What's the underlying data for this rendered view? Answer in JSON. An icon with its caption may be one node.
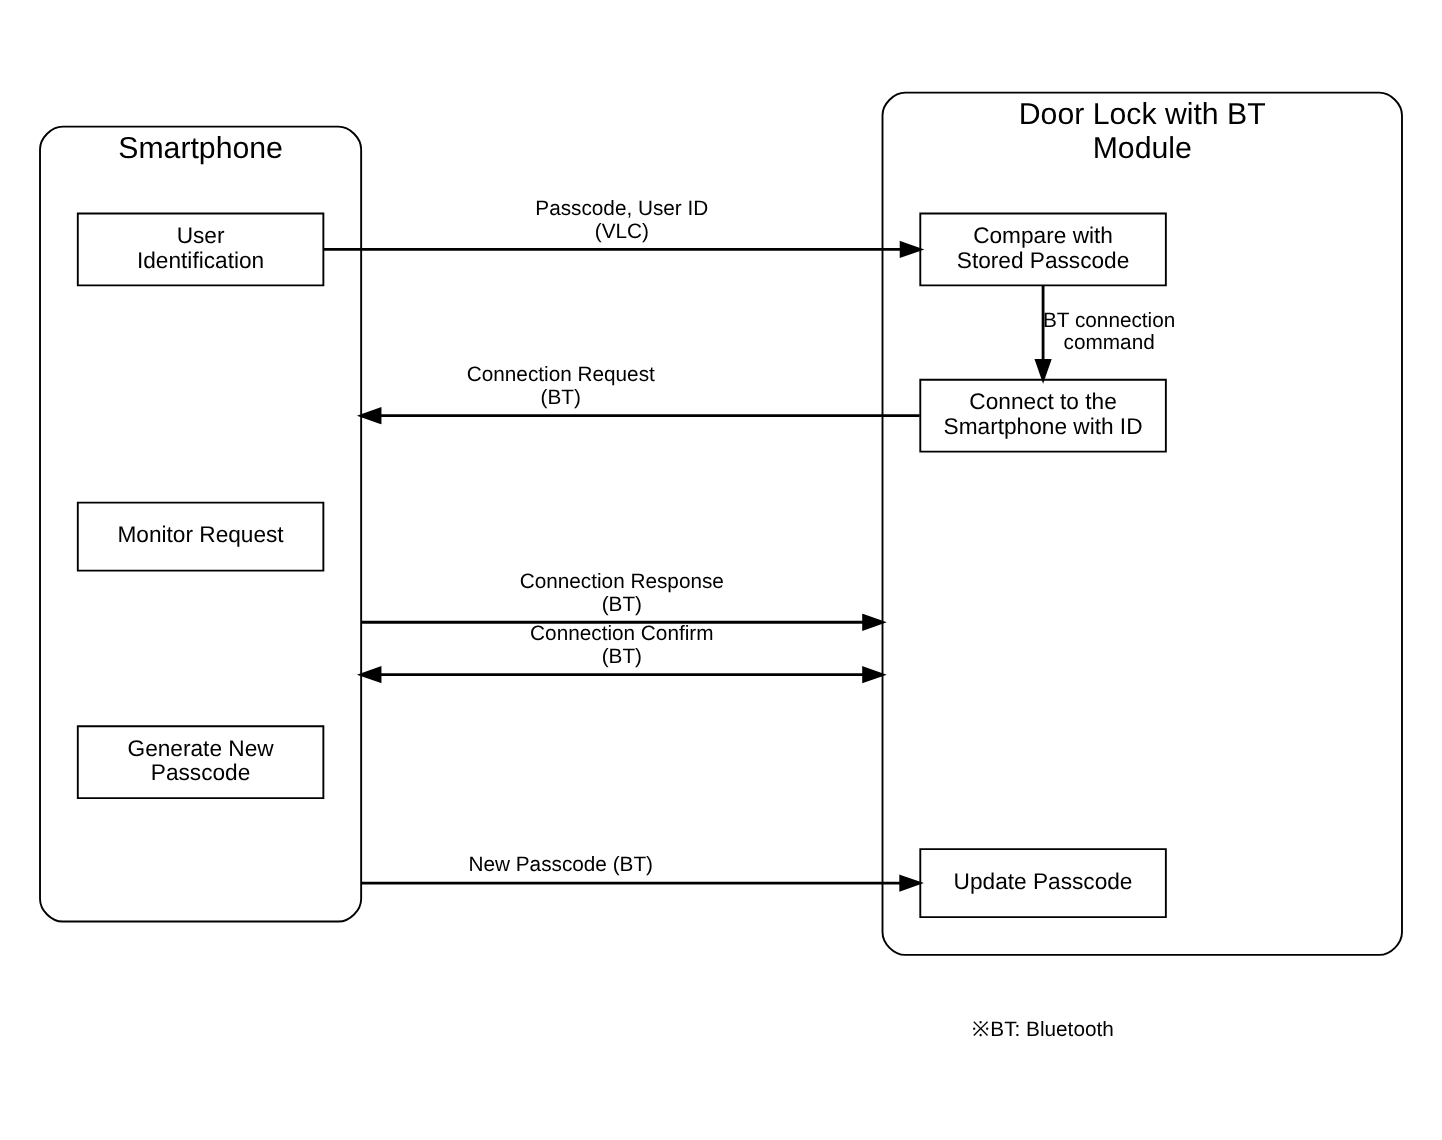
{
  "diagram": {
    "nodes": [
      {
        "text": [
          "Smartphone"
        ]
      },
      {
        "text": [
          "User Identification"
        ],
        "in": 0
      },
      {
        "text": [
          "Monitor Request"
        ],
        "in": 0
      },
      {
        "text": [
          "Generate New Passcode"
        ],
        "in": 0
      },
      {
        "text": [
          "Door Lock with BT Module"
        ]
      },
      {
        "text": [
          "Compare with Stored Passcode"
        ],
        "in": 4
      },
      {
        "text": [
          "Connect to the Smartphone with ID"
        ],
        "in": 4
      },
      {
        "text": [
          "Update Passcode"
        ],
        "in": 4
      }
    ],
    "edges": [
      {
        "from": 1,
        "to": 5,
        "arrow": "to",
        "label": "Passcode, User ID (VLC)"
      },
      {
        "from": 5,
        "to": 6,
        "arrow": "to",
        "label": "BT connection command"
      },
      {
        "from": 6,
        "to": 0,
        "arrow": "to",
        "label": "Connection Request (BT)"
      },
      {
        "from": 0,
        "to": 4,
        "arrow": "to",
        "label": "Connection Response (BT)"
      },
      {
        "from": 0,
        "to": 4,
        "arrow": "both",
        "label": "Connection Confirm (BT)"
      },
      {
        "from": 0,
        "to": 7,
        "arrow": "to",
        "label": "New Passcode (BT)"
      }
    ],
    "labels": [
      "※BT: Bluetooth"
    ]
  }
}
